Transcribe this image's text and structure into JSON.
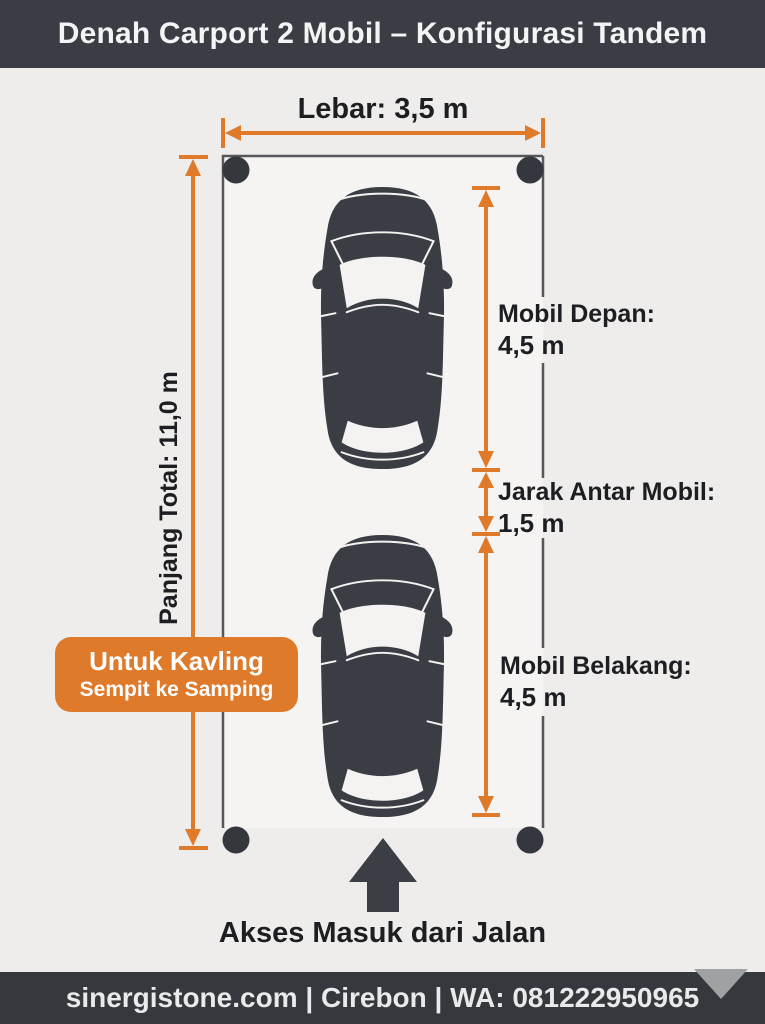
{
  "header": {
    "title": "Denah Carport 2 Mobil – Konfigurasi Tandem"
  },
  "diagram": {
    "width_dim": {
      "label": "Lebar: 3,5 m"
    },
    "length_dim": {
      "label": "Panjang Total: 11,0 m"
    },
    "front_car_dim": {
      "label": "Mobil Depan:",
      "value": "4,5 m"
    },
    "gap_dim": {
      "label": "Jarak Antar Mobil:",
      "value": "1,5 m"
    },
    "rear_car_dim": {
      "label": "Mobil Belakang:",
      "value": "4,5 m"
    },
    "badge": {
      "line1": "Untuk Kavling",
      "line2": "Sempit ke Samping"
    },
    "access": {
      "label": "Akses Masuk dari Jalan"
    },
    "icons": {
      "car_front": "car-top-view-icon",
      "car_rear": "car-top-view-icon",
      "posts": "carport-post-icon",
      "entry": "up-arrow-icon",
      "dimensions": "dimension-arrow-icon"
    }
  },
  "footer": {
    "text": "sinergistone.com | Cirebon | WA: 081222950965",
    "marker": "down-triangle-icon"
  },
  "colors": {
    "accent_orange": "#DF7A2B",
    "dark_charcoal": "#3A3E44",
    "header_bg": "#3A3D43",
    "footer_bg": "#35383D",
    "page_bg": "#EFEDEB",
    "carport_interior": "#F5F4F2",
    "outline": "#55575A",
    "text": "#1C1E22"
  }
}
